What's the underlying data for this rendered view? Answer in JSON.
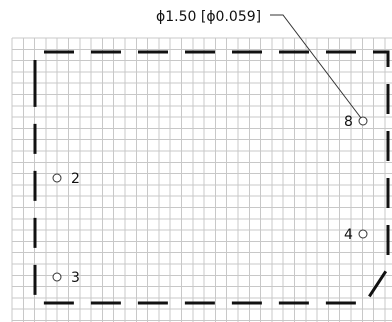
{
  "callout": {
    "dimension": "ϕ1.50 [ϕ0.059]"
  },
  "holes": [
    {
      "id": "8",
      "label": "8"
    },
    {
      "id": "2",
      "label": "2"
    },
    {
      "id": "4",
      "label": "4"
    },
    {
      "id": "3",
      "label": "3"
    }
  ],
  "colors": {
    "grid": "#c8c8c8",
    "outline": "#111111",
    "background": "#ffffff"
  }
}
